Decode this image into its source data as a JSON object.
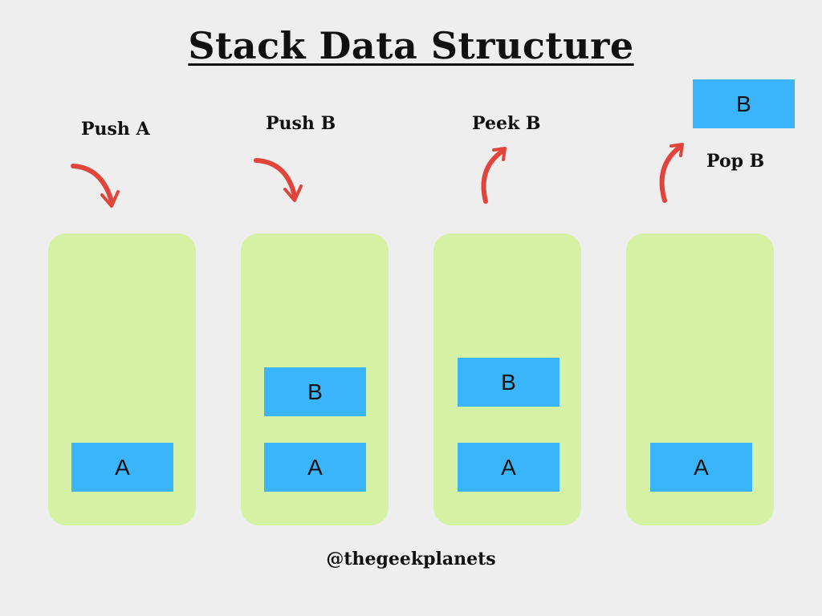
{
  "title": "Stack Data Structure",
  "colors": {
    "background": "#eeeeee",
    "stack": "#d4f1a5",
    "block": "#3ab4fb",
    "arrow": "#e0443a"
  },
  "operations": [
    {
      "label": "Push A",
      "arrow_icon": "curved-arrow-down-icon"
    },
    {
      "label": "Push B",
      "arrow_icon": "curved-arrow-down-icon"
    },
    {
      "label": "Peek B",
      "arrow_icon": "curved-arrow-up-icon"
    },
    {
      "label": "Pop B",
      "arrow_icon": "curved-arrow-up-icon"
    }
  ],
  "stacks": [
    {
      "blocks": [
        "A"
      ]
    },
    {
      "blocks": [
        "A",
        "B"
      ]
    },
    {
      "blocks": [
        "A",
        "B"
      ]
    },
    {
      "blocks": [
        "A"
      ]
    }
  ],
  "popped_block": "B",
  "footer": "@thegeekplanets"
}
